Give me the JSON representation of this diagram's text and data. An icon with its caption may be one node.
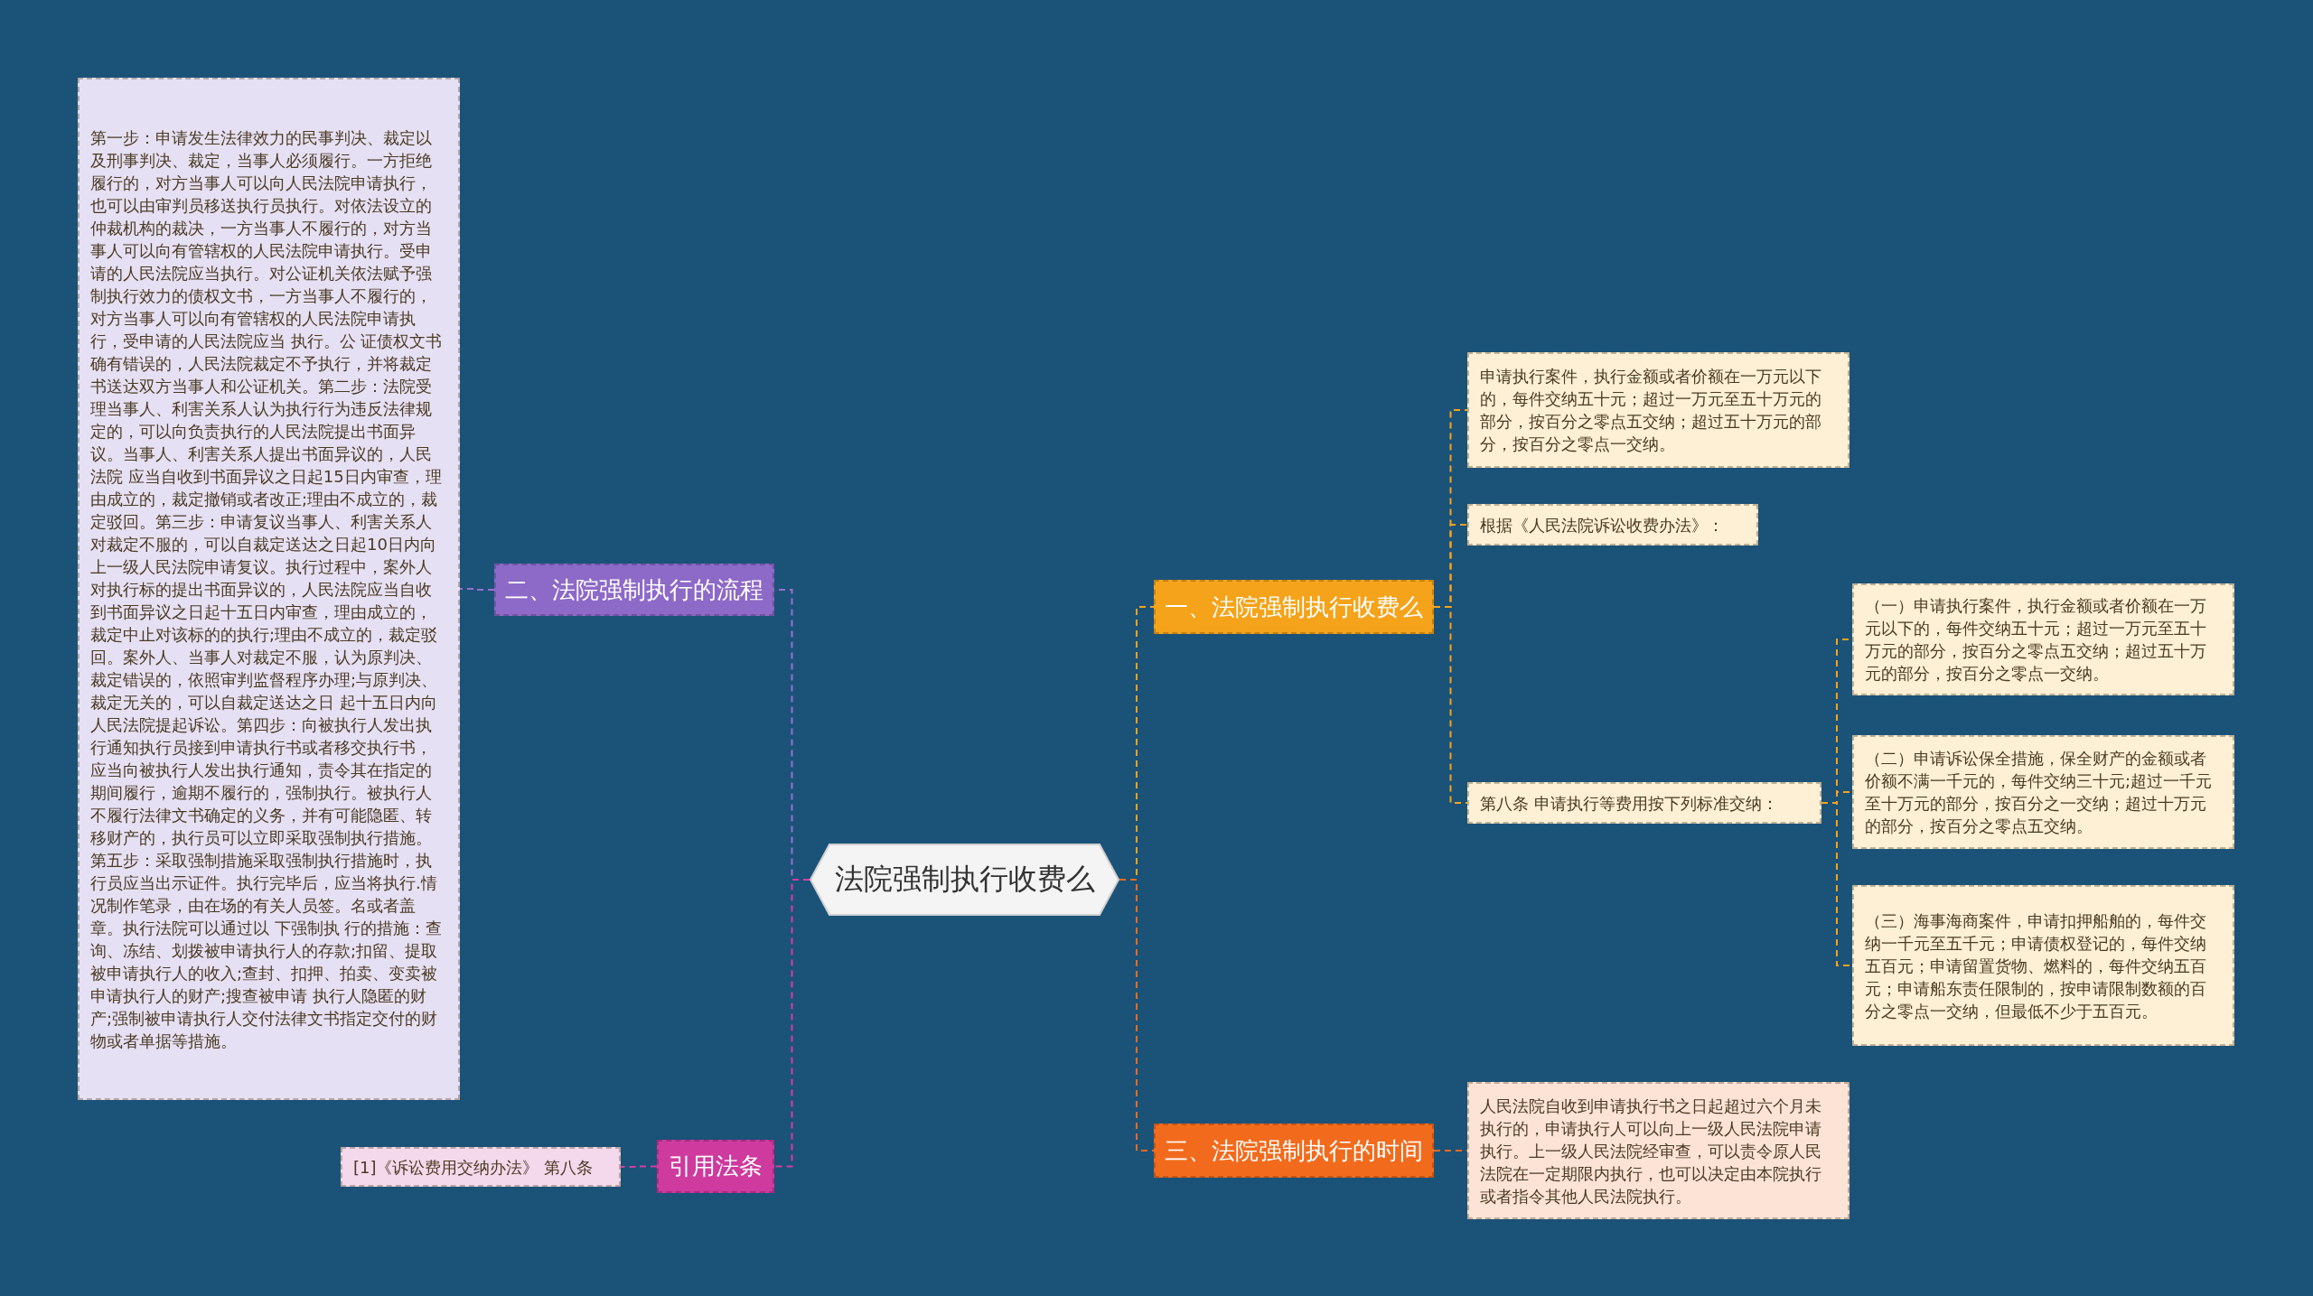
{
  "diagram": {
    "nodes": [
      {
        "text": [
          "法院强制执行收费么"
        ]
      },
      {
        "text": [
          "一、法院强制执行收费么"
        ]
      },
      {
        "text": [
          "申请执行案件，执行金额或者价额在一万元以下的，每件交纳五十元；超过一万元至五十万元的部分，按百分之零点五交纳；超过五十万元的部分，按百分之零点一交纳。"
        ]
      },
      {
        "text": [
          "根据《人民法院诉讼收费办法》："
        ]
      },
      {
        "text": [
          "第八条 申请执行等费用按下列标准交纳："
        ]
      },
      {
        "text": [
          "（一）申请执行案件，执行金额或者价额在一万元以下的，每件交纳五十元；超过一万元至五十万元的部分，按百分之零点五交纳；超过五十万元的部分，按百分之零点一交纳。"
        ]
      },
      {
        "text": [
          "（二）申请诉讼保全措施，保全财产的金额或者价额不满一千元的，每件交纳三十元;超过一千元至十万元的部分，按百分之一交纳；超过十万元的部分，按百分之零点五交纳。"
        ]
      },
      {
        "text": [
          "（三）海事海商案件，申请扣押船舶的，每件交纳一千元至五千元；申请债权登记的，每件交纳五百元；申请留置货物、燃料的，每件交纳五百元；申请船东责任限制的，按申请限制数额的百分之零点一交纳，但最低不少于五百元。"
        ]
      },
      {
        "text": [
          "三、法院强制执行的时间"
        ]
      },
      {
        "text": [
          "人民法院自收到申请执行书之日起超过六个月未执行的，申请执行人可以向上一级人民法院申请执行。上一级人民法院经审查，可以责令原人民法院在一定期限内执行，也可以决定由本院执行或者指令其他人民法院执行。"
        ]
      },
      {
        "text": [
          "二、法院强制执行的流程"
        ]
      },
      {
        "text": [
          "第一步：申请发生法律效力的民事判决、裁定以及刑事判决、裁定，当事人必须履行。一方拒绝履行的，对方当事人可以向人民法院申请执行，也可以由审判员移送执行员执行。对依法设立的仲裁机构的裁决，一方当事人不履行的，对方当事人可以向有管辖权的人民法院申请执行。受申请的人民法院应当执行。对公证机关依法赋予强制执行效力的债权文书，一方当事人不履行的，对方当事人可以向有管辖权的人民法院申请执行，受申请的人民法院应当 执行。公 证债权文书确有错误的，人民法院裁定不予执行，并将裁定书送达双方当事人和公证机关。第二步：法院受理当事人、利害关系人认为执行行为违反法律规定的，可以向负责执行的人民法院提出书面异议。当事人、利害关系人提出书面异议的，人民法院 应当自收到书面异议之日起15日内审查，理由成立的，裁定撤销或者改正;理由不成立的，裁定驳回。第三步：申请复议当事人、利害关系人对裁定不服的，可以自裁定送达之日起10日内向上一级人民法院申请复议。执行过程中，案外人对执行标的提出书面异议的，人民法院应当自收到书面异议之日起十五日内审查，理由成立的，裁定中止对该标的的执行;理由不成立的，裁定驳回。案外人、当事人对裁定不服，认为原判决、裁定错误的，依照审判监督程序办理;与原判决、裁定无关的，可以自裁定送达之日 起十五日内向人民法院提起诉讼。第四步：向被执行人发出执行通知执行员接到申请执行书或者移交执行书，应当向被执行人发出执行通知，责令其在指定的期间履行，逾期不履行的，强制执行。被执行人不履行法律文书确定的义务，并有可能隐匿、转移财产的，执行员可以立即采取强制执行措施。第五步：采取强制措施采取强制执行措施时，执行员应当出示证件。执行完毕后，应当将执行.情况制作笔录，由在场的有关人员签。名或者盖章。执行法院可以通过以 下强制执 行的措施：查询、冻结、划拨被申请执行人的存款;扣留、提取被申请执行人的收入;查封、扣押、拍卖、变卖被申请执行人的财产;搜查被申请 执行人隐匿的财产;强制被申请执行人交付法律文书指定交付的财物或者单据等措施。"
        ]
      },
      {
        "text": [
          "引用法条"
        ]
      },
      {
        "text": [
          "[1]《诉讼费用交纳办法》 第八条"
        ]
      }
    ],
    "edges": [
      {
        "from": 0,
        "to": 1,
        "arrow": "none"
      },
      {
        "from": 1,
        "to": 2,
        "arrow": "none"
      },
      {
        "from": 1,
        "to": 3,
        "arrow": "none"
      },
      {
        "from": 1,
        "to": 4,
        "arrow": "none"
      },
      {
        "from": 4,
        "to": 5,
        "arrow": "none"
      },
      {
        "from": 4,
        "to": 6,
        "arrow": "none"
      },
      {
        "from": 4,
        "to": 7,
        "arrow": "none"
      },
      {
        "from": 0,
        "to": 8,
        "arrow": "none",
        "color": "#f26b1d"
      },
      {
        "from": 8,
        "to": 9,
        "arrow": "none",
        "color": "#f26b1d"
      },
      {
        "from": 0,
        "to": 10,
        "arrow": "none",
        "color": "#9b6fd0"
      },
      {
        "from": 10,
        "to": 11,
        "arrow": "none",
        "color": "#9b6fd0"
      },
      {
        "from": 0,
        "to": 12,
        "arrow": "none",
        "color": "#d13fa0"
      },
      {
        "from": 12,
        "to": 13,
        "arrow": "none",
        "color": "#d13fa0"
      }
    ]
  }
}
